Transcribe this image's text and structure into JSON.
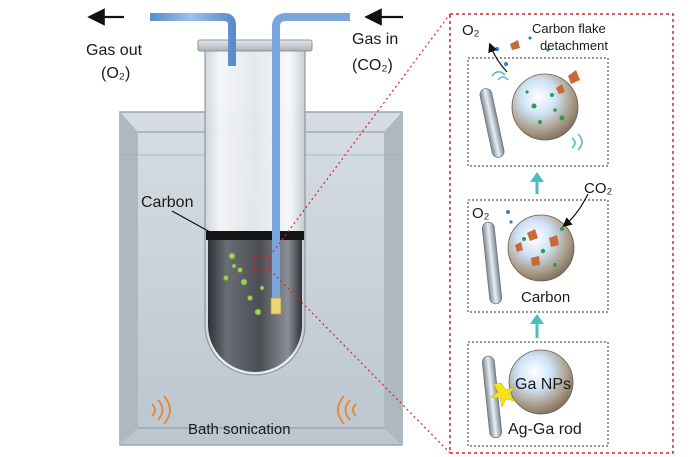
{
  "labels": {
    "gas_out": "Gas out",
    "gas_out_formula": "(O₂)",
    "gas_in": "Gas in",
    "gas_in_formula": "(CO₂)",
    "carbon_left": "Carbon",
    "bath_sonication": "Bath sonication",
    "carbon_flake_line1": "Carbon flake",
    "carbon_flake_line2": "detachment",
    "o2_top": "O₂",
    "o2_mid": "O₂",
    "co2_mid": "CO₂",
    "carbon_mid": "Carbon",
    "ga_nps": "Ga NPs",
    "ag_ga_rod": "Ag-Ga rod"
  },
  "colors": {
    "tube_blue": "#6f9fd8",
    "bath_water": "#c9d2db",
    "bath_edge": "#9aa5ae",
    "liquid_dark": "#4a4d52",
    "zoom_dash": "#d9232d",
    "flake": "#c96a36",
    "green_dot": "#2f9c48",
    "blue_dot": "#2f7fd6",
    "arrow_teal": "#4bbcc3",
    "spark_yellow": "#f6e21a"
  }
}
